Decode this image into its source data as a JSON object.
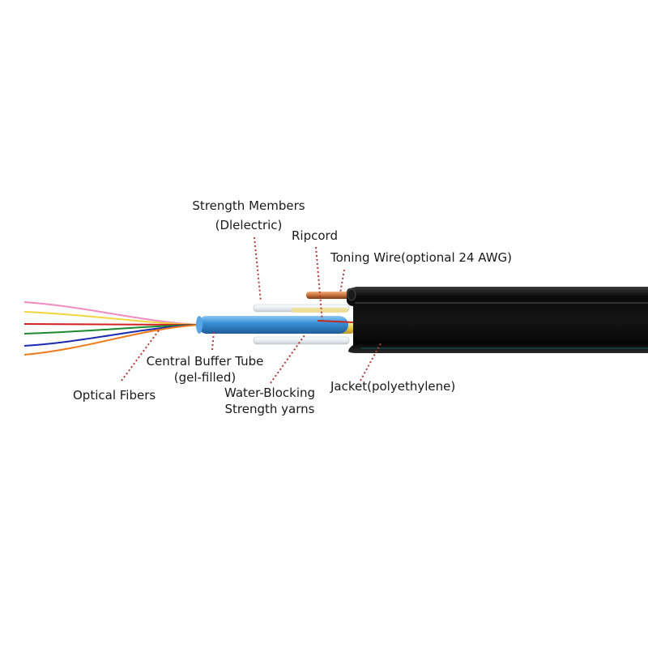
{
  "labels": {
    "strength_members": [
      "Strength Members",
      "(Dlelectric)"
    ],
    "ripcord": "Ripcord",
    "toning_wire": "Toning Wire(optional 24 AWG)",
    "central_buffer_tube": [
      "Central Buffer Tube",
      "(gel-filled)"
    ],
    "optical_fibers": "Optical Fibers",
    "water_blocking": [
      "Water-Blocking",
      "Strength yarns"
    ],
    "jacket": "Jacket(polyethylene)"
  },
  "colors": {
    "leader": "#b33a3a",
    "jacket": "#0c0c0c",
    "buffer_tube": "#3a8fd6",
    "yarn": "#e6c64a",
    "copper": "#c8703c",
    "fibers": [
      "#f08cc0",
      "#f2d640",
      "#d42020",
      "#1c8a2c",
      "#1a2ab0",
      "#f07a1a"
    ]
  }
}
